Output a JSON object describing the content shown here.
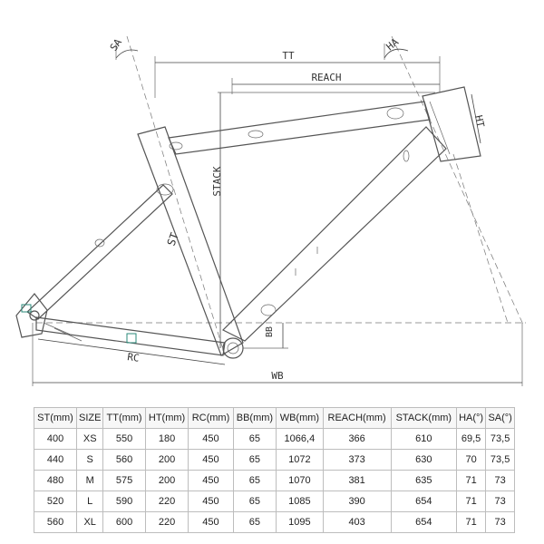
{
  "labels": {
    "sa": "SA",
    "ha": "HA",
    "tt": "TT",
    "reach": "REACH",
    "ht": "HT",
    "stack": "STACK",
    "st": "ST",
    "bb": "BB",
    "rc": "RC",
    "wb": "WB"
  },
  "table": {
    "headers": [
      "ST(mm)",
      "SIZE",
      "TT(mm)",
      "HT(mm)",
      "RC(mm)",
      "BB(mm)",
      "WB(mm)",
      "REACH(mm)",
      "STACK(mm)",
      "HA(°)",
      "SA(°)"
    ],
    "rows": [
      [
        "400",
        "XS",
        "550",
        "180",
        "450",
        "65",
        "1066,4",
        "366",
        "610",
        "69,5",
        "73,5"
      ],
      [
        "440",
        "S",
        "560",
        "200",
        "450",
        "65",
        "1072",
        "373",
        "630",
        "70",
        "73,5"
      ],
      [
        "480",
        "M",
        "575",
        "200",
        "450",
        "65",
        "1070",
        "381",
        "635",
        "71",
        "73"
      ],
      [
        "520",
        "L",
        "590",
        "220",
        "450",
        "65",
        "1085",
        "390",
        "654",
        "71",
        "73"
      ],
      [
        "560",
        "XL",
        "600",
        "220",
        "450",
        "65",
        "1095",
        "403",
        "654",
        "71",
        "73"
      ]
    ]
  }
}
